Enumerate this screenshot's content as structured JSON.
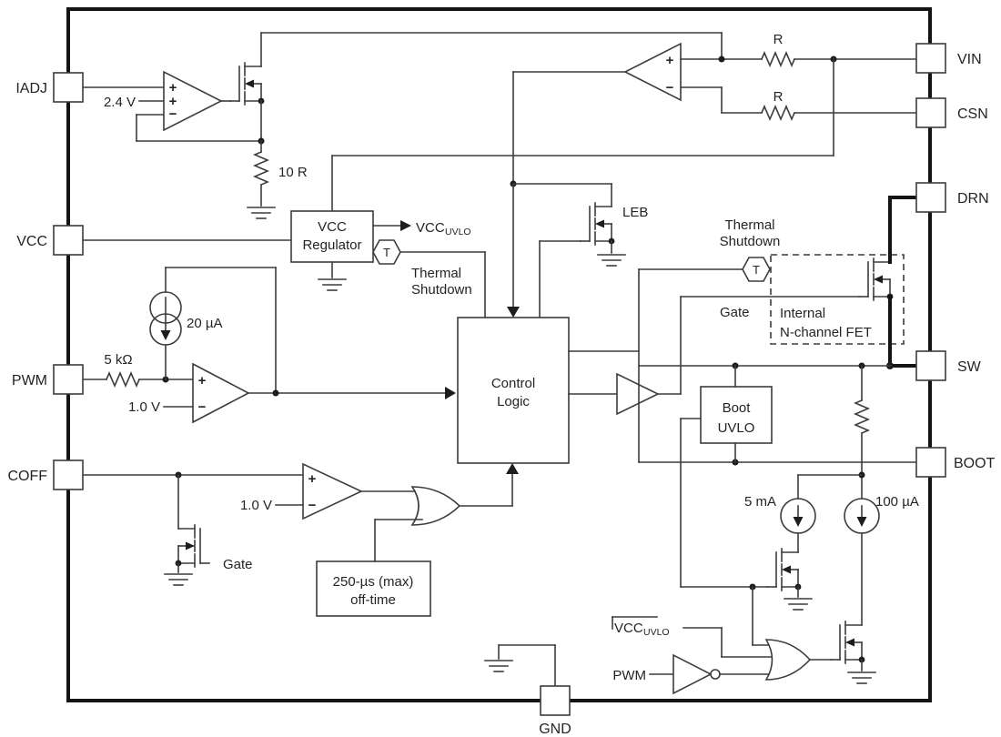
{
  "diagram_type": "ic-functional-block-diagram",
  "colors": {
    "line": "#3c3c3c",
    "thick_line": "#141414",
    "background": "#ffffff",
    "text": "#242424"
  },
  "pins": {
    "iadj": "IADJ",
    "vcc": "VCC",
    "pwm": "PWM",
    "coff": "COFF",
    "vin": "VIN",
    "csn": "CSN",
    "drn": "DRN",
    "sw": "SW",
    "boot": "BOOT",
    "gnd": "GND"
  },
  "blocks": {
    "vcc_regulator": [
      "VCC",
      "Regulator"
    ],
    "control_logic": [
      "Control",
      "Logic"
    ],
    "boot_uvlo": [
      "Boot",
      "UVLO"
    ],
    "off_time": [
      "250-µs (max)",
      "off-time"
    ],
    "internal_fet": [
      "Internal",
      "N-channel FET"
    ]
  },
  "values": {
    "ref_2v4": "2.4 V",
    "res_10r": "10 R",
    "cur_20ua": "20 µA",
    "res_5k": "5 kΩ",
    "ref_1v0_pwm": "1.0 V",
    "ref_1v0_coff": "1.0 V",
    "res_r_top": "R",
    "res_r_bottom": "R",
    "cur_5ma": "5 mA",
    "cur_100ua": "100 µA"
  },
  "signals": {
    "vcc_uvlo_text": "VCC",
    "vcc_uvlo_sub": "UVLO",
    "vcc_uvlo_bar_text": "VCC",
    "vcc_uvlo_bar_sub": "UVLO",
    "thermal_left": [
      "Thermal",
      "Shutdown"
    ],
    "thermal_right": [
      "Thermal",
      "Shutdown"
    ],
    "gate_coff": "Gate",
    "gate_fet": "Gate",
    "leb": "LEB",
    "pwm_in": "PWM",
    "t_left": "T",
    "t_right": "T"
  }
}
